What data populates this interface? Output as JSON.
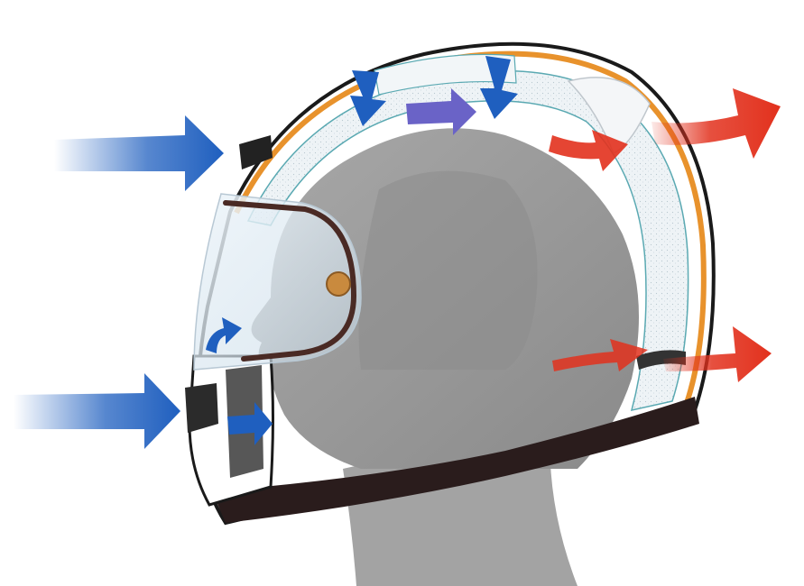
{
  "diagram": {
    "subject": "helmet-ventilation-cross-section",
    "colors": {
      "background": "#ffffff",
      "intake_arrow": "#1f5fbf",
      "internal_flow_arrow": "#6a63c7",
      "exhaust_arrow": "#e2311d",
      "head_silhouette": "#9b9b9b",
      "head_dark": "#7c7c7c",
      "eps_foam": "#eef3f6",
      "shell_orange": "#e8922c",
      "shell_black": "#1a1a1a",
      "visor_tint": "#d8e6ef",
      "pivot_bronze": "#c98a3e"
    },
    "arrows": [
      {
        "kind": "intake",
        "where": "forehead"
      },
      {
        "kind": "intake",
        "where": "chin"
      },
      {
        "kind": "internal",
        "where": "crown-down-left"
      },
      {
        "kind": "internal",
        "where": "crown-down-right"
      },
      {
        "kind": "internal",
        "where": "crown-channel"
      },
      {
        "kind": "internal",
        "where": "chin-bar-up"
      },
      {
        "kind": "internal",
        "where": "chin-bar-in"
      },
      {
        "kind": "exhaust",
        "where": "rear-spoiler"
      },
      {
        "kind": "exhaust",
        "where": "rear-lower"
      }
    ]
  }
}
